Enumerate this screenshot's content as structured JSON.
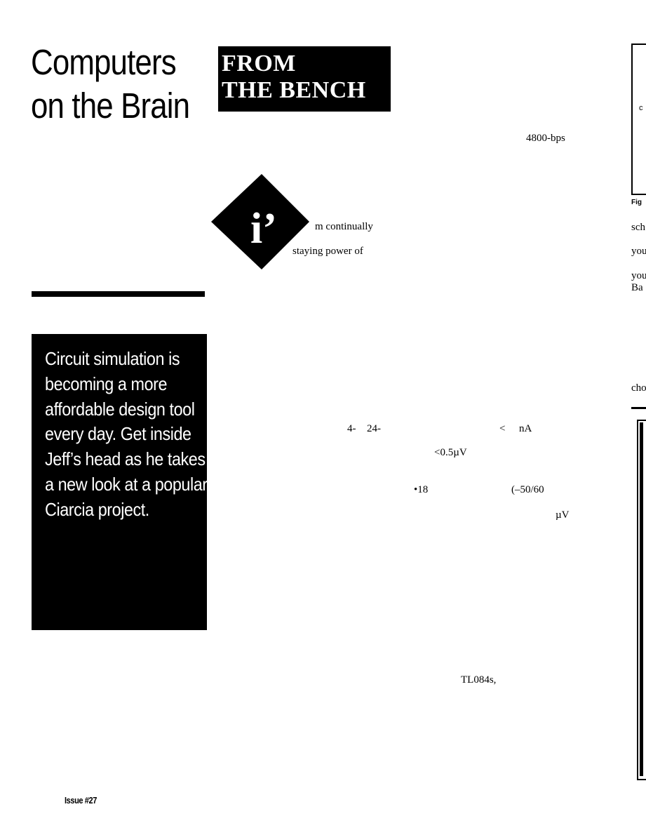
{
  "article": {
    "title_line1": "Computers",
    "title_line2": "on the Brain",
    "column_line1": "FROM",
    "column_line2": "THE BENCH",
    "drop_cap": "i’",
    "callout": "Circuit simulation is becoming a more affordable design tool every day. Get inside Jeff’s head as he takes a new look at a popular Ciarcia project."
  },
  "body_fragments": {
    "bps": "4800-bps",
    "continually": "m continually",
    "staying": "staying power of",
    "four": "4-",
    "twentyfour": "24-",
    "less_than": "<",
    "nanoamps": "nA",
    "microvolts": "<0.5µV",
    "eighteen": "•18",
    "range": "(–50/60",
    "uv": "µV",
    "opamps": "TL084s,"
  },
  "right_column_fragments": {
    "fig": "Fig",
    "sch": "sch",
    "you1": "you",
    "you2": "you",
    "ba": "Ba",
    "cho": "cho",
    "c": "c"
  },
  "footer": {
    "issue": "Issue #27"
  }
}
